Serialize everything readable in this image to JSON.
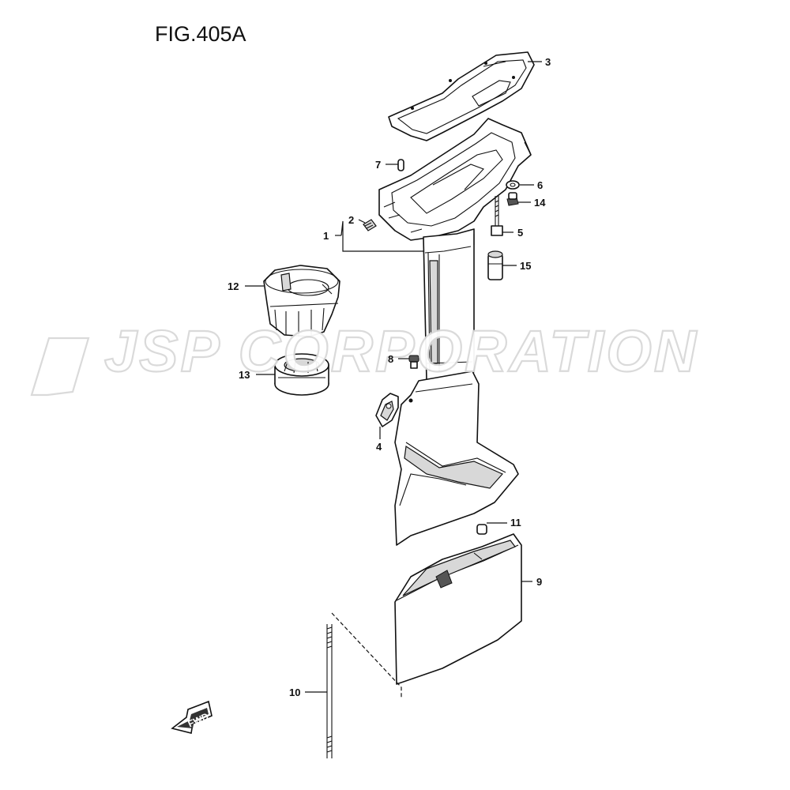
{
  "figure": {
    "title": "FIG.405A",
    "watermark": "JSP CORPORATION",
    "direction_label": "FWD"
  },
  "callouts": [
    "1",
    "2",
    "3",
    "4",
    "5",
    "6",
    "7",
    "8",
    "9",
    "10",
    "11",
    "12",
    "13",
    "14",
    "15"
  ]
}
